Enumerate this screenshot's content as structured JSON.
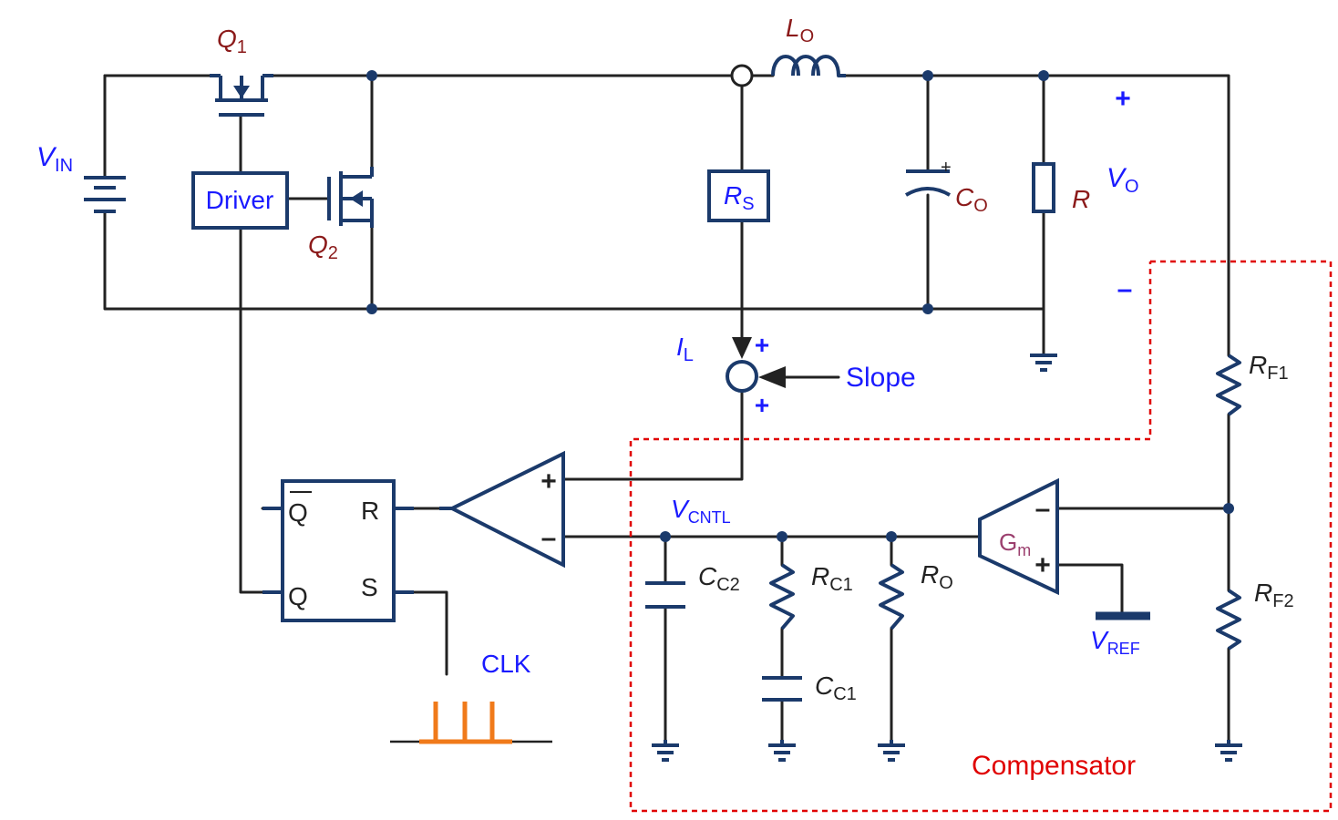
{
  "labels": {
    "vin": "V",
    "vin_sub": "IN",
    "q1": "Q",
    "q1_sub": "1",
    "q2": "Q",
    "q2_sub": "2",
    "driver": "Driver",
    "lo": "L",
    "lo_sub": "O",
    "rs": "R",
    "rs_sub": "S",
    "co": "C",
    "co_sub": "O",
    "r": "R",
    "vo": "V",
    "vo_sub": "O",
    "vo_plus": "+",
    "vo_minus": "–",
    "il": "I",
    "il_sub": "L",
    "sum_plus_top": "+",
    "sum_plus_bottom": "+",
    "slope": "Slope",
    "rf1": "R",
    "rf1_sub": "F1",
    "rf2": "R",
    "rf2_sub": "F2",
    "vcntl": "V",
    "vcntl_sub": "CNTL",
    "cc2": "C",
    "cc2_sub": "C2",
    "rc1": "R",
    "rc1_sub": "C1",
    "cc1": "C",
    "cc1_sub": "C1",
    "ro": "R",
    "ro_sub": "O",
    "gm": "G",
    "gm_sub": "m",
    "gm_minus": "–",
    "gm_plus": "+",
    "vref": "V",
    "vref_sub": "REF",
    "comp_plus": "+",
    "comp_minus": "–",
    "ff_qbar": "Q",
    "ff_r": "R",
    "ff_q": "Q",
    "ff_s": "S",
    "clk": "CLK",
    "compensator": "Compensator"
  },
  "colors": {
    "wire": "#222222",
    "component": "#1b3a6b",
    "label_blue": "#1a1aff",
    "label_darkred": "#8b1a1a",
    "compensator_border": "#e00000",
    "clock_pulse": "#f07a1a",
    "gm_label": "#9b3f6e"
  }
}
